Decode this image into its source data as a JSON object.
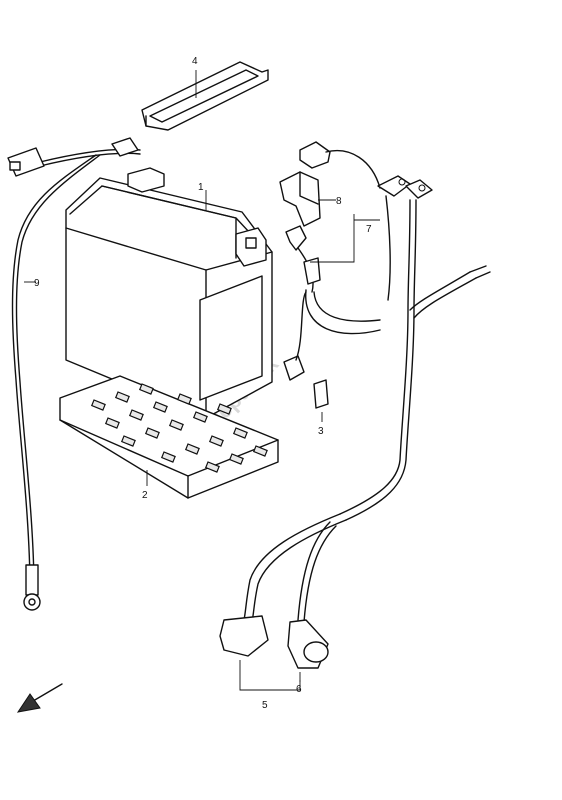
{
  "callouts": {
    "c1": "1",
    "c2": "2",
    "c3": "3",
    "c4": "4",
    "c5": "5",
    "c6": "6",
    "c7": "7",
    "c8": "8",
    "c9": "9"
  },
  "watermark": "PartsRepublik"
}
